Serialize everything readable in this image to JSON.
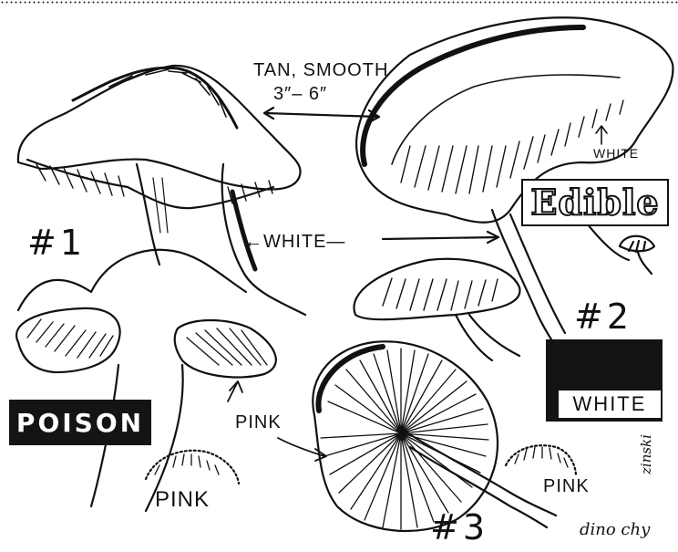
{
  "labels": {
    "tan_smooth": "TAN, SMOOTH",
    "size": "3″– 6″",
    "white_top": "WHITE",
    "edible": "Edible",
    "number_1": "#1",
    "white_mid": "←WHITE—",
    "number_2": "#2",
    "white_box": "WHITE",
    "poison": "POISON",
    "pink_arrow": "PINK",
    "pink_small": "PINK",
    "pink_right": "PINK",
    "number_3": "#3",
    "signature": "dino chy",
    "signature_vertical": "zinski"
  },
  "colors": {
    "ink": "#111111",
    "paper": "#ffffff"
  }
}
